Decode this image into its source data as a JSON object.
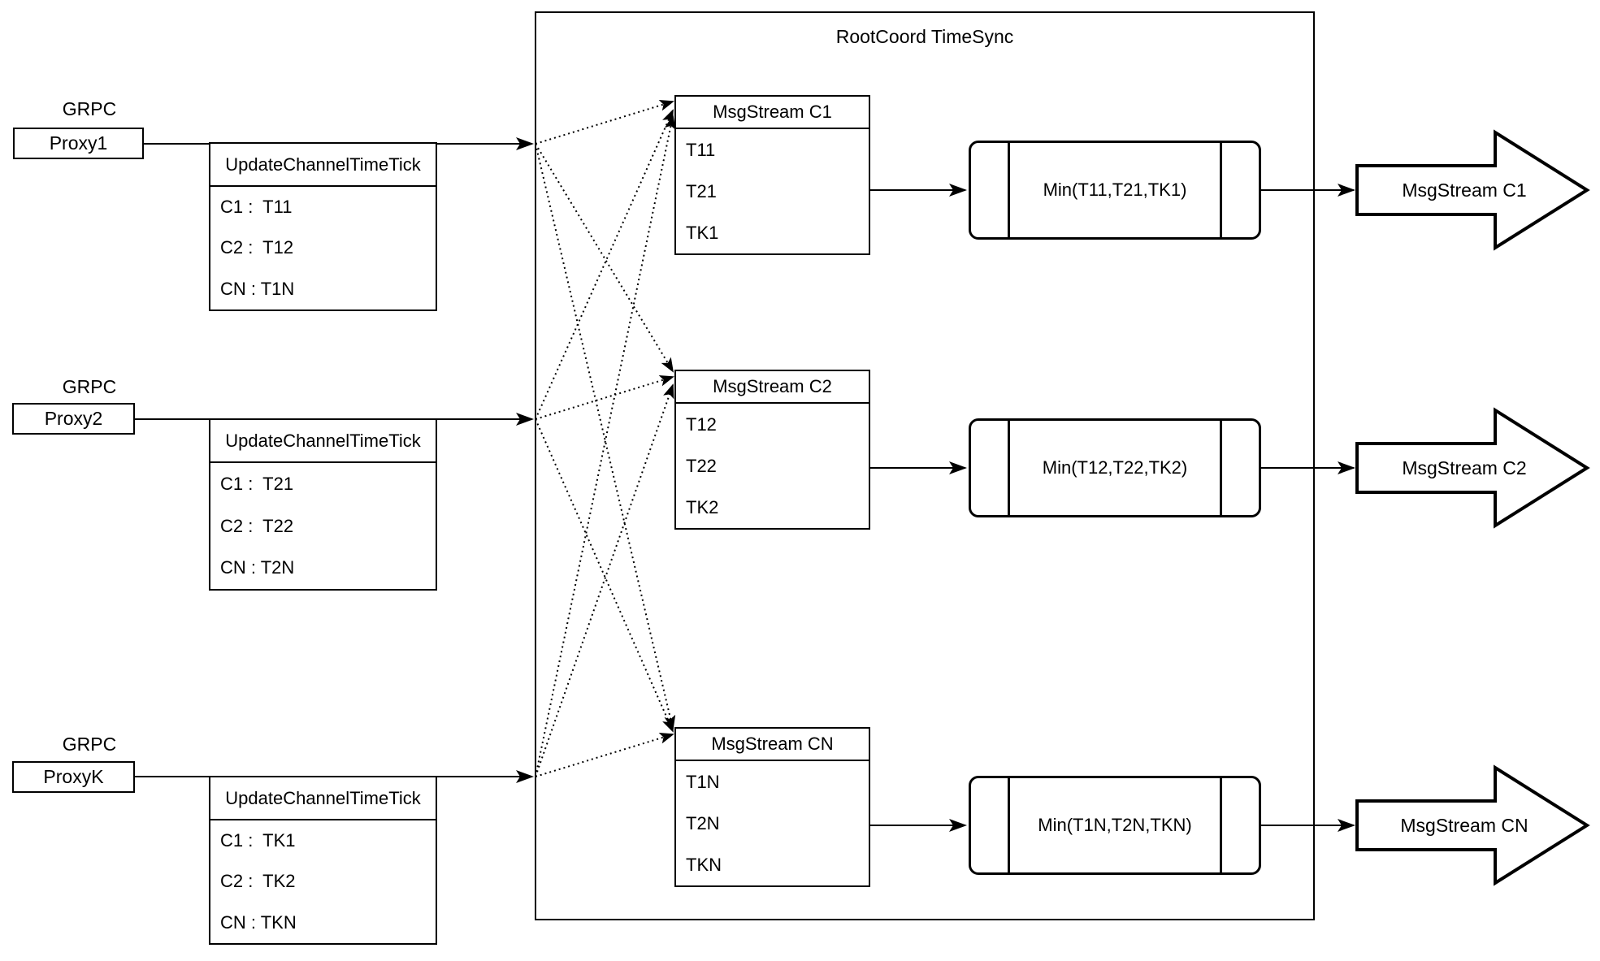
{
  "diagram": {
    "title": "RootCoord TimeSync",
    "grpc_label": "GRPC",
    "colors": {
      "stroke": "#000000",
      "background": "#ffffff"
    },
    "rows": [
      {
        "proxy_label": "Proxy1",
        "tick_table": {
          "header": "UpdateChannelTimeTick",
          "rows": [
            "C1 :  T11",
            "C2 :  T12",
            "CN : T1N"
          ]
        },
        "stream_table": {
          "header": "MsgStream C1",
          "rows": [
            "T11",
            "T21",
            "TK1"
          ]
        },
        "min_label": "Min(T11,T21,TK1)",
        "output_label": "MsgStream C1"
      },
      {
        "proxy_label": "Proxy2",
        "tick_table": {
          "header": "UpdateChannelTimeTick",
          "rows": [
            "C1 :  T21",
            "C2 :  T22",
            "CN : T2N"
          ]
        },
        "stream_table": {
          "header": "MsgStream C2",
          "rows": [
            "T12",
            "T22",
            "TK2"
          ]
        },
        "min_label": "Min(T12,T22,TK2)",
        "output_label": "MsgStream C2"
      },
      {
        "proxy_label": "ProxyK",
        "tick_table": {
          "header": "UpdateChannelTimeTick",
          "rows": [
            "C1 :  TK1",
            "C2 :  TK2",
            "CN : TKN"
          ]
        },
        "stream_table": {
          "header": "MsgStream CN",
          "rows": [
            "T1N",
            "T2N",
            "TKN"
          ]
        },
        "min_label": "Min(T1N,T2N,TKN)",
        "output_label": "MsgStream CN"
      }
    ]
  }
}
